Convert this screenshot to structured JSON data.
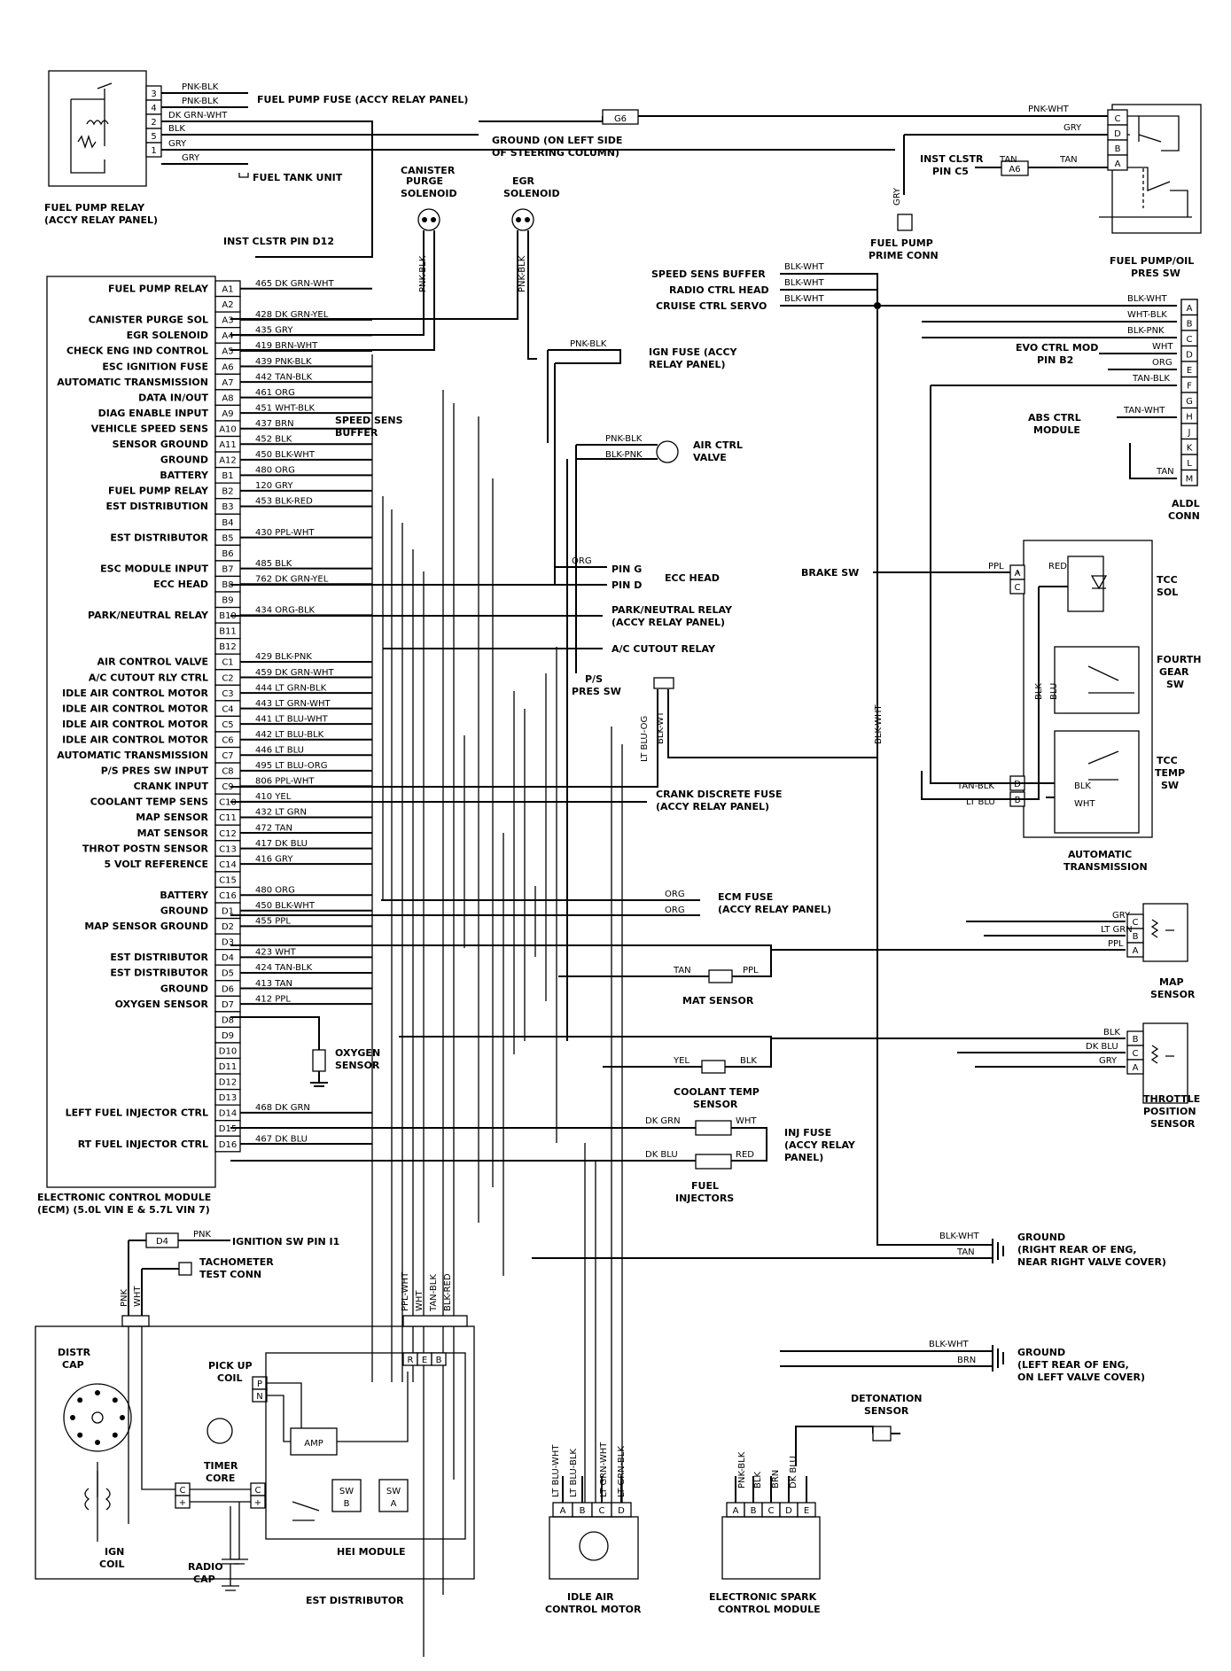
{
  "ecm": {
    "title": "ELECTRONIC CONTROL MODULE",
    "subtitle": "(ECM) (5.0L VIN E & 5.7L VIN 7)",
    "pins": [
      {
        "pin": "A1",
        "func": "FUEL PUMP RELAY",
        "wire": "465 DK GRN-WHT"
      },
      {
        "pin": "A2",
        "func": "",
        "wire": ""
      },
      {
        "pin": "A3",
        "func": "CANISTER PURGE SOL",
        "wire": "428 DK GRN-YEL"
      },
      {
        "pin": "A4",
        "func": "EGR SOLENOID",
        "wire": "435 GRY"
      },
      {
        "pin": "A5",
        "func": "CHECK ENG IND CONTROL",
        "wire": "419 BRN-WHT"
      },
      {
        "pin": "A6",
        "func": "ESC IGNITION FUSE",
        "wire": "439 PNK-BLK"
      },
      {
        "pin": "A7",
        "func": "AUTOMATIC TRANSMISSION",
        "wire": "442 TAN-BLK"
      },
      {
        "pin": "A8",
        "func": "DATA IN/OUT",
        "wire": "461 ORG"
      },
      {
        "pin": "A9",
        "func": "DIAG ENABLE INPUT",
        "wire": "451 WHT-BLK"
      },
      {
        "pin": "A10",
        "func": "VEHICLE SPEED SENS",
        "wire": "437 BRN"
      },
      {
        "pin": "A11",
        "func": "SENSOR GROUND",
        "wire": "452 BLK"
      },
      {
        "pin": "A12",
        "func": "GROUND",
        "wire": "450 BLK-WHT"
      },
      {
        "pin": "B1",
        "func": "BATTERY",
        "wire": "480 ORG"
      },
      {
        "pin": "B2",
        "func": "FUEL PUMP RELAY",
        "wire": "120 GRY"
      },
      {
        "pin": "B3",
        "func": "EST DISTRIBUTION",
        "wire": "453 BLK-RED"
      },
      {
        "pin": "B4",
        "func": "",
        "wire": ""
      },
      {
        "pin": "B5",
        "func": "EST DISTRIBUTOR",
        "wire": "430 PPL-WHT"
      },
      {
        "pin": "B6",
        "func": "",
        "wire": ""
      },
      {
        "pin": "B7",
        "func": "ESC MODULE INPUT",
        "wire": "485 BLK"
      },
      {
        "pin": "B8",
        "func": "ECC HEAD",
        "wire": "762 DK GRN-YEL"
      },
      {
        "pin": "B9",
        "func": "",
        "wire": ""
      },
      {
        "pin": "B10",
        "func": "PARK/NEUTRAL RELAY",
        "wire": "434 ORG-BLK"
      },
      {
        "pin": "B11",
        "func": "",
        "wire": ""
      },
      {
        "pin": "B12",
        "func": "",
        "wire": ""
      },
      {
        "pin": "C1",
        "func": "AIR CONTROL VALVE",
        "wire": "429 BLK-PNK"
      },
      {
        "pin": "C2",
        "func": "A/C CUTOUT RLY CTRL",
        "wire": "459 DK GRN-WHT"
      },
      {
        "pin": "C3",
        "func": "IDLE AIR CONTROL MOTOR",
        "wire": "444 LT GRN-BLK"
      },
      {
        "pin": "C4",
        "func": "IDLE AIR CONTROL MOTOR",
        "wire": "443 LT GRN-WHT"
      },
      {
        "pin": "C5",
        "func": "IDLE AIR CONTROL MOTOR",
        "wire": "441 LT BLU-WHT"
      },
      {
        "pin": "C6",
        "func": "IDLE AIR CONTROL MOTOR",
        "wire": "442 LT BLU-BLK"
      },
      {
        "pin": "C7",
        "func": "AUTOMATIC TRANSMISSION",
        "wire": "446 LT BLU"
      },
      {
        "pin": "C8",
        "func": "P/S PRES SW INPUT",
        "wire": "495 LT BLU-ORG"
      },
      {
        "pin": "C9",
        "func": "CRANK INPUT",
        "wire": "806 PPL-WHT"
      },
      {
        "pin": "C10",
        "func": "COOLANT TEMP SENS",
        "wire": "410 YEL"
      },
      {
        "pin": "C11",
        "func": "MAP SENSOR",
        "wire": "432 LT GRN"
      },
      {
        "pin": "C12",
        "func": "MAT SENSOR",
        "wire": "472 TAN"
      },
      {
        "pin": "C13",
        "func": "THROT POSTN SENSOR",
        "wire": "417 DK BLU"
      },
      {
        "pin": "C14",
        "func": "5 VOLT REFERENCE",
        "wire": "416 GRY"
      },
      {
        "pin": "C15",
        "func": "",
        "wire": ""
      },
      {
        "pin": "C16",
        "func": "BATTERY",
        "wire": "480 ORG"
      },
      {
        "pin": "D1",
        "func": "GROUND",
        "wire": "450 BLK-WHT"
      },
      {
        "pin": "D2",
        "func": "MAP SENSOR GROUND",
        "wire": "455 PPL"
      },
      {
        "pin": "D3",
        "func": "",
        "wire": ""
      },
      {
        "pin": "D4",
        "func": "EST DISTRIBUTOR",
        "wire": "423 WHT"
      },
      {
        "pin": "D5",
        "func": "EST DISTRIBUTOR",
        "wire": "424 TAN-BLK"
      },
      {
        "pin": "D6",
        "func": "GROUND",
        "wire": "413 TAN"
      },
      {
        "pin": "D7",
        "func": "OXYGEN SENSOR",
        "wire": "412 PPL"
      },
      {
        "pin": "D8",
        "func": "",
        "wire": ""
      },
      {
        "pin": "D9",
        "func": "",
        "wire": ""
      },
      {
        "pin": "D10",
        "func": "",
        "wire": ""
      },
      {
        "pin": "D11",
        "func": "",
        "wire": ""
      },
      {
        "pin": "D12",
        "func": "",
        "wire": ""
      },
      {
        "pin": "D13",
        "func": "",
        "wire": ""
      },
      {
        "pin": "D14",
        "func": "LEFT FUEL INJECTOR CTRL",
        "wire": "468 DK GRN"
      },
      {
        "pin": "D15",
        "func": "",
        "wire": ""
      },
      {
        "pin": "D16",
        "func": "RT FUEL INJECTOR CTRL",
        "wire": "467 DK BLU"
      }
    ]
  },
  "fuel_pump_relay": {
    "title1": "FUEL PUMP RELAY",
    "title2": "(ACCY RELAY PANEL)",
    "pins": [
      "3",
      "4",
      "2",
      "5",
      "1"
    ],
    "wires": [
      "PNK-BLK",
      "PNK-BLK",
      "DK GRN-WHT",
      "BLK",
      "GRY",
      "GRY"
    ],
    "dest_fuse": "FUEL PUMP FUSE (ACCY RELAY PANEL)",
    "dest_ground1": "GROUND (ON LEFT SIDE",
    "dest_ground2": "OF STEERING COLUMN)",
    "dest_tank": "FUEL TANK UNIT",
    "inst_clstr": "INST CLSTR PIN D12"
  },
  "solenoids": {
    "canister": [
      "CANISTER",
      "PURGE",
      "SOLENOID"
    ],
    "egr": [
      "EGR",
      "SOLENOID"
    ],
    "wire": "PNK-BLK"
  },
  "fuel_pump_oil": {
    "title1": "FUEL PUMP/OIL",
    "title2": "PRES SW",
    "pins": [
      "C",
      "D",
      "B",
      "A"
    ],
    "wires": [
      "PNK-WHT",
      "GRY",
      "TAN",
      "TAN"
    ],
    "splice": "G6",
    "splice2": "A6",
    "inst": [
      "INST CLSTR",
      "PIN C5"
    ],
    "prime": [
      "FUEL PUMP",
      "PRIME CONN"
    ],
    "prime_wire": "GRY"
  },
  "aldl": {
    "title1": "ALDL",
    "title2": "CONN",
    "pins": [
      "A",
      "B",
      "C",
      "D",
      "E",
      "F",
      "G",
      "H",
      "J",
      "K",
      "L",
      "M"
    ],
    "wires": [
      "BLK-WHT",
      "WHT-BLK",
      "BLK-PNK",
      "WHT",
      "ORG",
      "TAN-BLK",
      "TAN-WHT",
      "TAN"
    ],
    "speed_buffer": "SPEED SENS BUFFER",
    "radio": "RADIO CTRL HEAD",
    "cruise": "CRUISE CTRL SERVO",
    "splice_wire": "BLK-WHT",
    "evo": [
      "EVO CTRL MOD",
      "PIN B2"
    ],
    "abs": [
      "ABS CTRL",
      "MODULE"
    ]
  },
  "mid": {
    "ign_fuse": [
      "IGN FUSE (ACCY",
      "RELAY PANEL)"
    ],
    "ign_wire": "PNK-BLK",
    "speed_buffer": [
      "SPEED SENS",
      "BUFFER"
    ],
    "air_valve": [
      "AIR CTRL",
      "VALVE"
    ],
    "air_wires": [
      "PNK-BLK",
      "BLK-PNK"
    ],
    "ecc_head": "ECC HEAD",
    "ecc_pins": [
      "PIN G",
      "PIN D"
    ],
    "ecc_wire": "ORG",
    "park_relay": [
      "PARK/NEUTRAL RELAY",
      "(ACCY RELAY PANEL)"
    ],
    "ac_relay": "A/C CUTOUT RELAY",
    "ps_sw": [
      "P/S",
      "PRES SW"
    ],
    "ps_wires": [
      "LT BLU-OG",
      "BLK-WT"
    ],
    "crank": [
      "CRANK DISCRETE FUSE",
      "(ACCY RELAY PANEL)"
    ],
    "ecm_fuse": [
      "ECM FUSE",
      "(ACCY RELAY PANEL)"
    ],
    "ecm_wires": [
      "ORG",
      "ORG"
    ],
    "mat": "MAT SENSOR",
    "mat_wires": [
      "TAN",
      "PPL"
    ],
    "oxygen": [
      "OXYGEN",
      "SENSOR"
    ],
    "coolant": [
      "COOLANT TEMP",
      "SENSOR"
    ],
    "coolant_wires": [
      "YEL",
      "BLK"
    ],
    "inj_fuse": [
      "INJ FUSE",
      "(ACCY RELAY",
      "PANEL)"
    ],
    "injectors": [
      "FUEL",
      "INJECTORS"
    ],
    "inj_wires": [
      "DK GRN",
      "WHT",
      "DK BLU",
      "RED"
    ],
    "brake_sw": "BRAKE SW",
    "blk_wht_vertical": "BLK-WHT"
  },
  "trans": {
    "title1": "AUTOMATIC",
    "title2": "TRANSMISSION",
    "tcc_sol": [
      "TCC",
      "SOL"
    ],
    "fourth": [
      "FOURTH",
      "GEAR",
      "SW"
    ],
    "tcc_temp": [
      "TCC",
      "TEMP",
      "SW"
    ],
    "pins": [
      "A",
      "C",
      "D",
      "B"
    ],
    "wires": [
      "PPL",
      "RED",
      "BLK",
      "BLU",
      "BLK",
      "WHT",
      "TAN-BLK",
      "LT BLU"
    ]
  },
  "map_sensor": {
    "title1": "MAP",
    "title2": "SENSOR",
    "pins": [
      "C",
      "B",
      "A"
    ],
    "wires": [
      "GRY",
      "LT GRN",
      "PPL"
    ]
  },
  "tps": {
    "title1": "THROTTLE",
    "title2": "POSITION",
    "title3": "SENSOR",
    "pins": [
      "B",
      "C",
      "A"
    ],
    "wires": [
      "BLK",
      "DK BLU",
      "GRY"
    ]
  },
  "grounds": {
    "right": [
      "GROUND",
      "(RIGHT REAR OF ENG,",
      "NEAR RIGHT VALVE COVER)"
    ],
    "right_wires": [
      "BLK-WHT",
      "TAN"
    ],
    "left": [
      "GROUND",
      "(LEFT REAR OF ENG,",
      "ON LEFT VALVE COVER)"
    ],
    "left_wires": [
      "BLK-WHT",
      "BRN"
    ]
  },
  "distributor": {
    "title": "EST DISTRIBUTOR",
    "d4": "D4",
    "ign_sw": "IGNITION SW PIN I1",
    "ign_wire": "PNK",
    "tach": [
      "TACHOMETER",
      "TEST CONN"
    ],
    "upper_wires": [
      "PNK",
      "WHT"
    ],
    "conn_wires": [
      "PPL-WHT",
      "WHT",
      "TAN-BLK",
      "BLK-RED"
    ],
    "conn_pins": [
      "R",
      "E",
      "B"
    ],
    "distr_cap": [
      "DISTR",
      "CAP"
    ],
    "pickup": [
      "PICK UP",
      "COIL"
    ],
    "pn": [
      "P",
      "N"
    ],
    "amp": "AMP",
    "timer": [
      "TIMER",
      "CORE"
    ],
    "ign_coil": [
      "IGN",
      "COIL"
    ],
    "radio_cap": [
      "RADIO",
      "CAP"
    ],
    "c": "C",
    "plus": "+",
    "sw_b": [
      "SW",
      "B"
    ],
    "sw_a": [
      "SW",
      "A"
    ],
    "hei": "HEI MODULE"
  },
  "iac": {
    "title1": "IDLE AIR",
    "title2": "CONTROL MOTOR",
    "pins": [
      "A",
      "B",
      "C",
      "D"
    ],
    "wires": [
      "LT BLU-WHT",
      "LT BLU-BLK",
      "LT GRN-WHT",
      "LT GRN-BLK"
    ]
  },
  "esc": {
    "title1": "ELECTRONIC SPARK",
    "title2": "CONTROL MODULE",
    "pins": [
      "A",
      "B",
      "C",
      "D",
      "E"
    ],
    "wires": [
      "PNK-BLK",
      "BLK",
      "BRN",
      "DK BLU"
    ]
  },
  "detonation": [
    "DETONATION",
    "SENSOR"
  ]
}
